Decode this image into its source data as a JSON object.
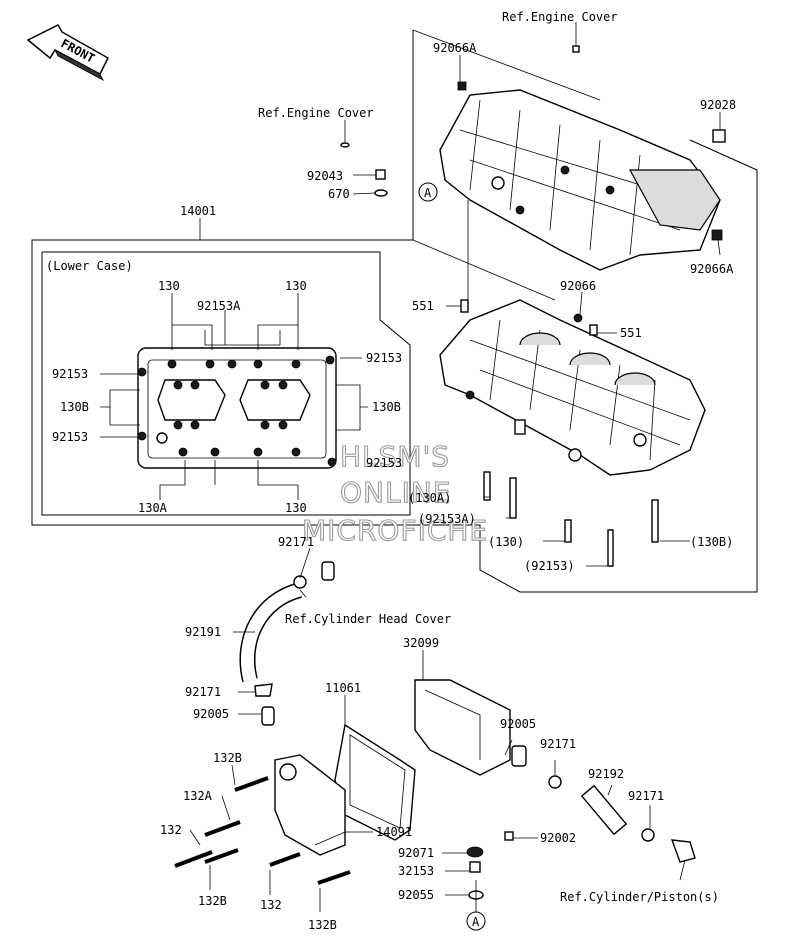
{
  "front_tag": "FRONT",
  "refs": {
    "engine_cover_top": "Ref.Engine Cover",
    "engine_cover_mid": "Ref.Engine Cover",
    "cyl_head_cover": "Ref.Cylinder Head Cover",
    "cyl_piston": "Ref.Cylinder/Piston(s)"
  },
  "lower_case_label": "(Lower Case)",
  "circle_ref": "A",
  "watermark": [
    "HLSM'S",
    "ONLINE",
    "MICROFICHE"
  ],
  "parts": {
    "p92066A_top": "92066A",
    "p92028": "92028",
    "p92066A_right": "92066A",
    "p92043": "92043",
    "p670": "670",
    "p14001": "14001",
    "p551_left": "551",
    "p92066": "92066",
    "p551_right": "551",
    "p130_l": "130",
    "p92153A": "92153A",
    "p130_r": "130",
    "p92153_r": "92153",
    "p92153_l1": "92153",
    "p130B_l": "130B",
    "p130B_r": "130B",
    "p92153_l2": "92153",
    "p92153_mid": "92153",
    "p130A": "130A",
    "p130_b": "130",
    "p130A_paren": "(130A)",
    "p92153A_paren": "(92153A)",
    "p130_paren": "(130)",
    "p130B_paren": "(130B)",
    "p92153_paren": "(92153)",
    "p92171_top": "92171",
    "p92191": "92191",
    "p32099": "32099",
    "p11061": "11061",
    "p92171_mid": "92171",
    "p92005_l": "92005",
    "p132B_1": "132B",
    "p132A": "132A",
    "p132": "132",
    "p132B_2": "132B",
    "p132_2": "132",
    "p132B_3": "132B",
    "p14091": "14091",
    "p92005_r": "92005",
    "p92171_r1": "92171",
    "p92192": "92192",
    "p92171_r2": "92171",
    "p92002": "92002",
    "p92071": "92071",
    "p32153": "32153",
    "p92055": "92055"
  }
}
